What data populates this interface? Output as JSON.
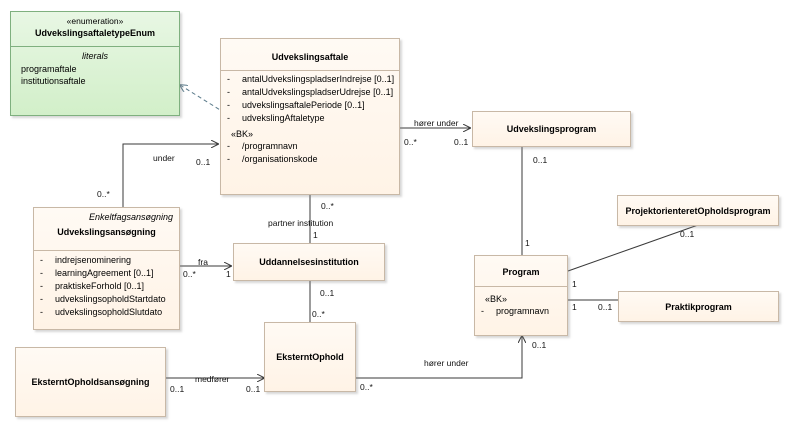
{
  "classes": {
    "enum": {
      "stereotype": "«enumeration»",
      "name": "UdvekslingsaftaletypeEnum",
      "literals_title": "literals",
      "literals": [
        "programaftale",
        "institutionsaftale"
      ]
    },
    "udvekslingsaftale": {
      "name": "Udvekslingsaftale",
      "attributes": [
        {
          "vis": "-",
          "text": "antalUdvekslingspladserIndrejse [0..1]"
        },
        {
          "vis": "-",
          "text": "antalUdvekslingspladserUdrejse [0..1]"
        },
        {
          "vis": "-",
          "text": "udvekslingsaftalePeriode [0..1]"
        },
        {
          "vis": "-",
          "text": "udvekslingAftaletype"
        }
      ],
      "bk_label": "«BK»",
      "bk_attributes": [
        {
          "vis": "-",
          "text": "/programnavn"
        },
        {
          "vis": "-",
          "text": "/organisationskode"
        }
      ]
    },
    "udvekslingsprogram": {
      "name": "Udvekslingsprogram"
    },
    "udvekslingsansoegning": {
      "stereotype": "Enkeltfagsansøgning",
      "name": "Udvekslingsansøgning",
      "attributes": [
        {
          "vis": "-",
          "text": "indrejsenominering"
        },
        {
          "vis": "-",
          "text": "learningAgreement [0..1]"
        },
        {
          "vis": "-",
          "text": "praktiskeForhold [0..1]"
        },
        {
          "vis": "-",
          "text": "udvekslingsopholdStartdato"
        },
        {
          "vis": "-",
          "text": "udvekslingsopholdSlutdato"
        }
      ]
    },
    "uddannelsesinstitution": {
      "name": "Uddannelsesinstitution"
    },
    "program": {
      "name": "Program",
      "bk_label": "«BK»",
      "bk_attributes": [
        {
          "vis": "-",
          "text": "programnavn"
        }
      ]
    },
    "projektorienteret": {
      "name": "ProjektorienteretOpholdsprogram"
    },
    "praktikprogram": {
      "name": "Praktikprogram"
    },
    "eksterntophold": {
      "name": "EksterntOphold"
    },
    "eksterntopholdsansoegning": {
      "name": "EksterntOpholdsansøgning"
    }
  },
  "edge_labels": {
    "hoerer_under_1": "hører under",
    "hoerer_under_2": "hører under",
    "under": "under",
    "partner_institution": "partner institution",
    "fra": "fra",
    "medfoerer": "medfører"
  },
  "multiplicities": {
    "aftale_program_src": "0..*",
    "aftale_program_dst": "0..1",
    "ansoeg_aftale_src": "0..*",
    "ansoeg_aftale_dst": "0..1",
    "aftale_inst_src": "0..*",
    "aftale_inst_dst": "1",
    "ansoeg_inst_src": "0..*",
    "ansoeg_inst_dst": "1",
    "inst_ophold_src": "0..1",
    "inst_ophold_dst": "0..*",
    "udvprog_program_src": "0..1",
    "udvprog_program_dst": "1",
    "program_projekt_src": "1",
    "program_projekt_dst": "0..1",
    "program_praktik_src": "1",
    "program_praktik_dst": "0..1",
    "ophold_program_src": "0..*",
    "ophold_program_dst": "0..1",
    "opholdsansoeg_ophold_src": "0..1",
    "opholdsansoeg_ophold_dst": "0..1"
  },
  "colors": {
    "class_border": "#c8b8a6",
    "class_fill": "#fff5ea",
    "enum_border": "#7fb07f",
    "enum_fill": "#dff3d8",
    "line": "#3a3a3a",
    "dependency_line": "#5a7a8a"
  }
}
